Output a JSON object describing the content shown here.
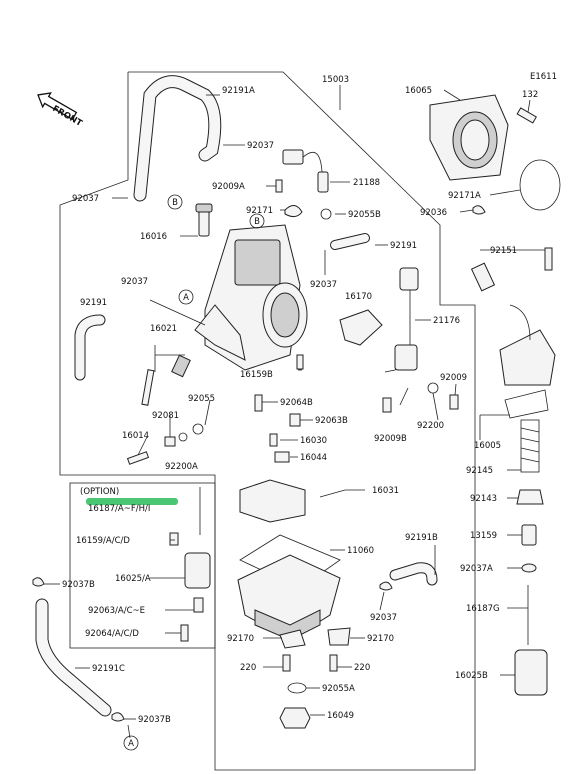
{
  "diagram_code": "E1611",
  "front_label": "FRONT",
  "option_label": "(OPTION)",
  "callouts": {
    "a": "A",
    "b": "B"
  },
  "labels": {
    "p15003": "15003",
    "p92191a": "92191A",
    "p92037_a": "92037",
    "p92037_b": "92037",
    "p92037_c": "92037",
    "p92037_d": "92037",
    "p92037_e": "92037",
    "p92009a": "92009A",
    "p21188": "21188",
    "p92171": "92171",
    "p92055b": "92055B",
    "p16016": "16016",
    "p92191_a": "92191",
    "p92191_b": "92191",
    "p16021": "16021",
    "p16170": "16170",
    "p21176": "21176",
    "p16159b": "16159B",
    "p92064b": "92064B",
    "p92063b": "92063B",
    "p92055": "92055",
    "p92081": "92081",
    "p16014": "16014",
    "p92200a": "92200A",
    "p16030": "16030",
    "p16044": "16044",
    "p92009b": "92009B",
    "p92200": "92200",
    "p92009": "92009",
    "p16065": "16065",
    "p132": "132",
    "p92171a": "92171A",
    "p92036": "92036",
    "p92151": "92151",
    "p16005": "16005",
    "p92145": "92145",
    "p16031": "16031",
    "p92143": "92143",
    "p16187": "16187/A~F/H/I",
    "p16159acd": "16159/A/C/D",
    "p13159": "13159",
    "p11060": "11060",
    "p92191b": "92191B",
    "p16025a": "16025/A",
    "p92037a": "92037A",
    "p92037b_a": "92037B",
    "p92037b_b": "92037B",
    "p92063ace": "92063/A/C~E",
    "p92064acd": "92064/A/C/D",
    "p16187g": "16187G",
    "p92170_a": "92170",
    "p92170_b": "92170",
    "p220_a": "220",
    "p220_b": "220",
    "p92191c": "92191C",
    "p92055a": "92055A",
    "p16049": "16049",
    "p16025b": "16025B"
  }
}
